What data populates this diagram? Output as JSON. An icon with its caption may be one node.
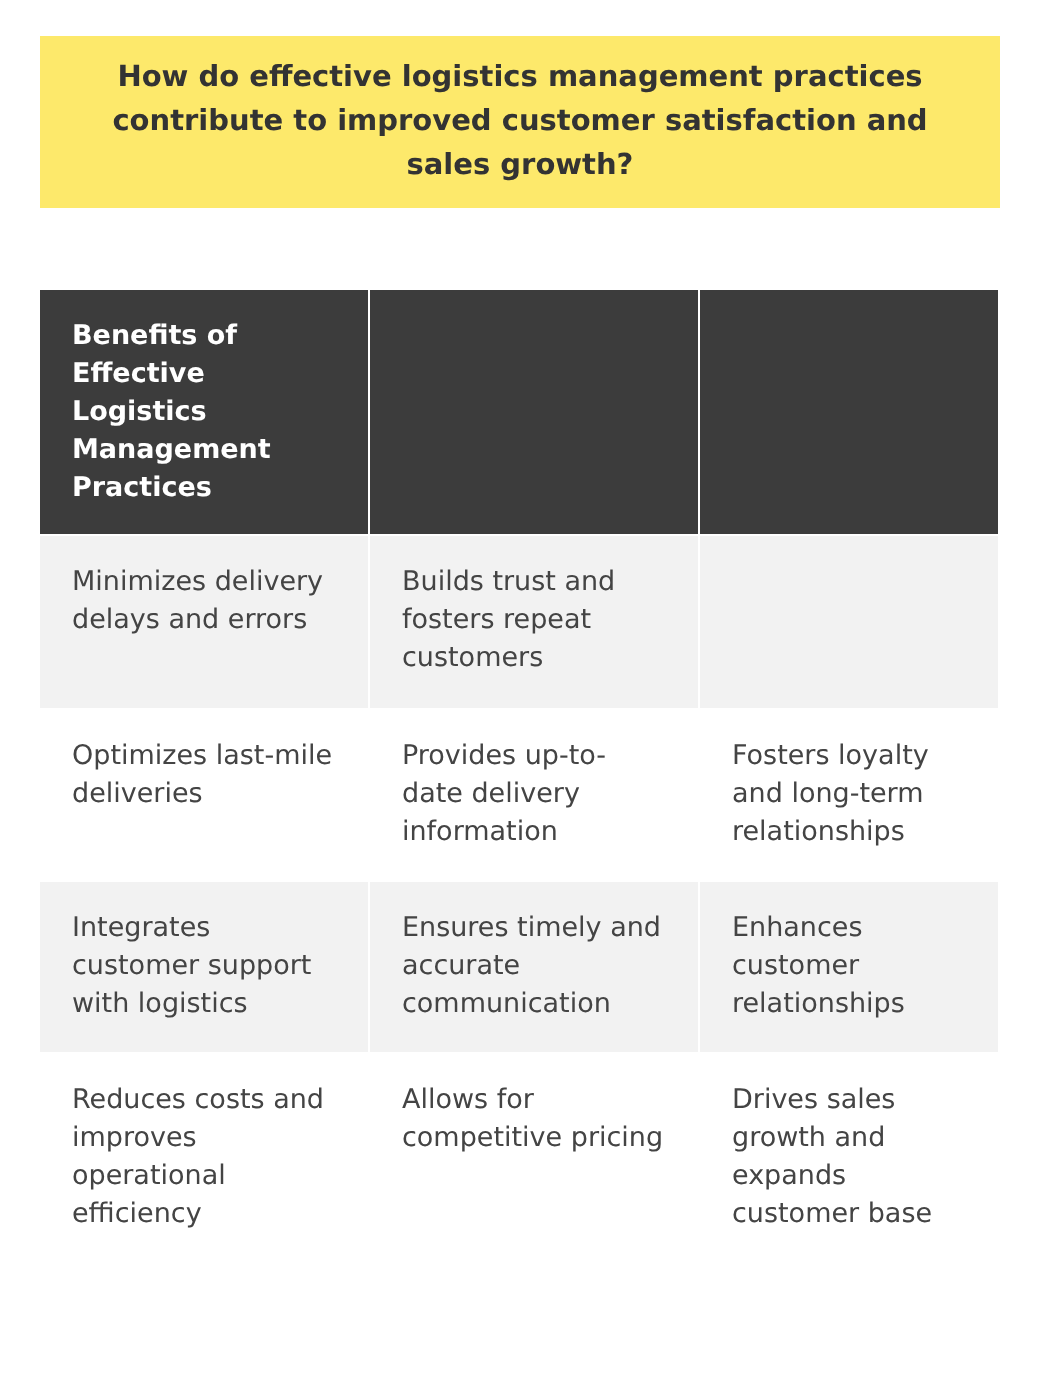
{
  "diagram": {
    "title": "How do effective logistics management practices contribute to improved customer satisfaction and sales growth?",
    "labels": [
      "Benefits of Effective Logistics Management Practices",
      "Minimizes delivery delays and errors",
      "Builds trust and fosters repeat customers",
      "Optimizes last-mile deliveries",
      "Provides up-to-date delivery information",
      "Fosters loyalty and long-term relationships",
      "Integrates customer support with logistics",
      "Ensures timely and accurate communication",
      "Enhances customer relationships",
      "Reduces costs and improves operational efficiency",
      "Allows for competitive pricing",
      "Drives sales growth and expands customer base"
    ]
  }
}
